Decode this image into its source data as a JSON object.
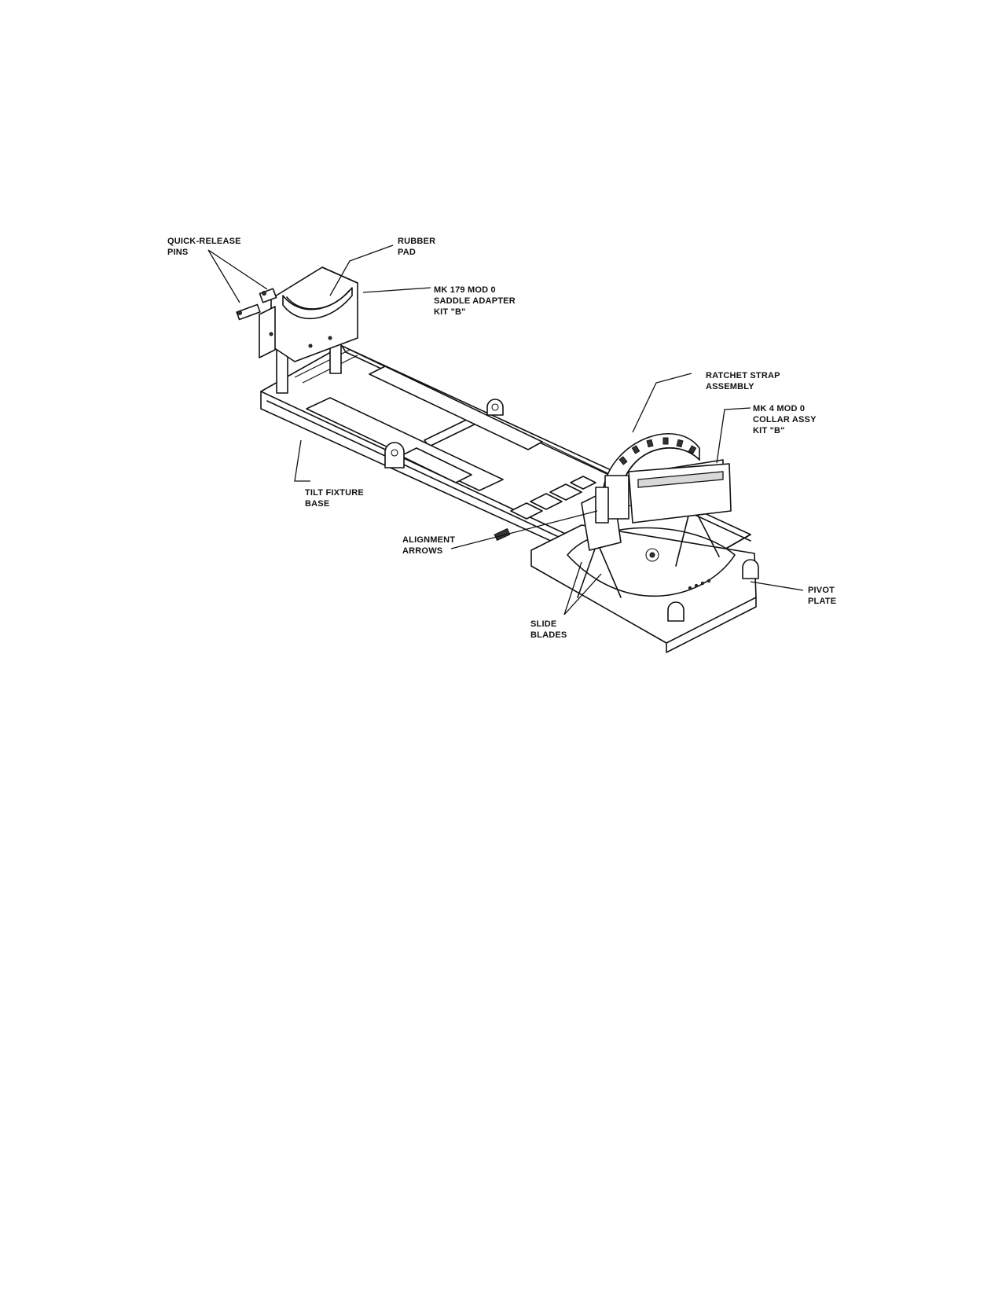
{
  "labels": {
    "quick_release_pins": [
      "QUICK-RELEASE",
      "PINS"
    ],
    "rubber_pad": [
      "RUBBER",
      "PAD"
    ],
    "saddle_adapter": [
      "MK 179 MOD 0",
      "SADDLE ADAPTER",
      "KIT \"B\""
    ],
    "ratchet_strap": [
      "RATCHET STRAP",
      "ASSEMBLY"
    ],
    "collar_assy": [
      "MK 4 MOD 0",
      "COLLAR ASSY",
      "KIT \"B\""
    ],
    "tilt_fixture_base": [
      "TILT FIXTURE",
      "BASE"
    ],
    "alignment_arrows": [
      "ALIGNMENT",
      "ARROWS"
    ],
    "slide_blades": [
      "SLIDE",
      "BLADES"
    ],
    "pivot_plate": [
      "PIVOT",
      "PLATE"
    ]
  }
}
